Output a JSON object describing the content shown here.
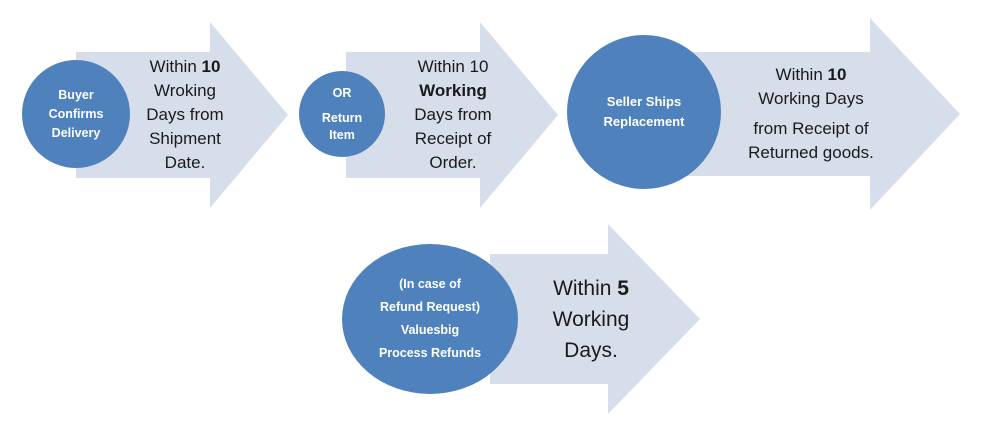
{
  "colors": {
    "arrow": "#d7deeb",
    "circle": "#4f81bd",
    "circle_text": "#ffffff",
    "body_text": "#1a1a1a"
  },
  "steps": [
    {
      "circle_lines": [
        "Buyer",
        "Confirms",
        "Delivery"
      ],
      "text_lines": [
        {
          "pre": "Within ",
          "bold": "10",
          "post": ""
        },
        {
          "pre": "Wroking",
          "bold": "",
          "post": ""
        },
        {
          "pre": "Days from",
          "bold": "",
          "post": ""
        },
        {
          "pre": "Shipment",
          "bold": "",
          "post": ""
        },
        {
          "pre": "Date.",
          "bold": "",
          "post": ""
        }
      ]
    },
    {
      "circle_lines": [
        "OR",
        "",
        "Return",
        "Item"
      ],
      "text_lines": [
        {
          "pre": "Within 10",
          "bold": "",
          "post": ""
        },
        {
          "pre": "",
          "bold": "Working",
          "post": ""
        },
        {
          "pre": "Days from",
          "bold": "",
          "post": ""
        },
        {
          "pre": "Receipt of",
          "bold": "",
          "post": ""
        },
        {
          "pre": "Order.",
          "bold": "",
          "post": ""
        }
      ]
    },
    {
      "circle_lines": [
        "Seller Ships",
        "Replacement"
      ],
      "text_lines": [
        {
          "pre": "Within ",
          "bold": "10",
          "post": ""
        },
        {
          "pre": "Working Days",
          "bold": "",
          "post": ""
        },
        {
          "pre": "from Receipt of",
          "bold": "",
          "post": ""
        },
        {
          "pre": "Returned goods.",
          "bold": "",
          "post": ""
        }
      ]
    },
    {
      "circle_lines": [
        "(In case of",
        "Refund Request)",
        "Valuesbig",
        "Process Refunds"
      ],
      "text_lines": [
        {
          "pre": "Within ",
          "bold": "5",
          "post": ""
        },
        {
          "pre": "Working",
          "bold": "",
          "post": ""
        },
        {
          "pre": "Days.",
          "bold": "",
          "post": ""
        }
      ]
    }
  ]
}
